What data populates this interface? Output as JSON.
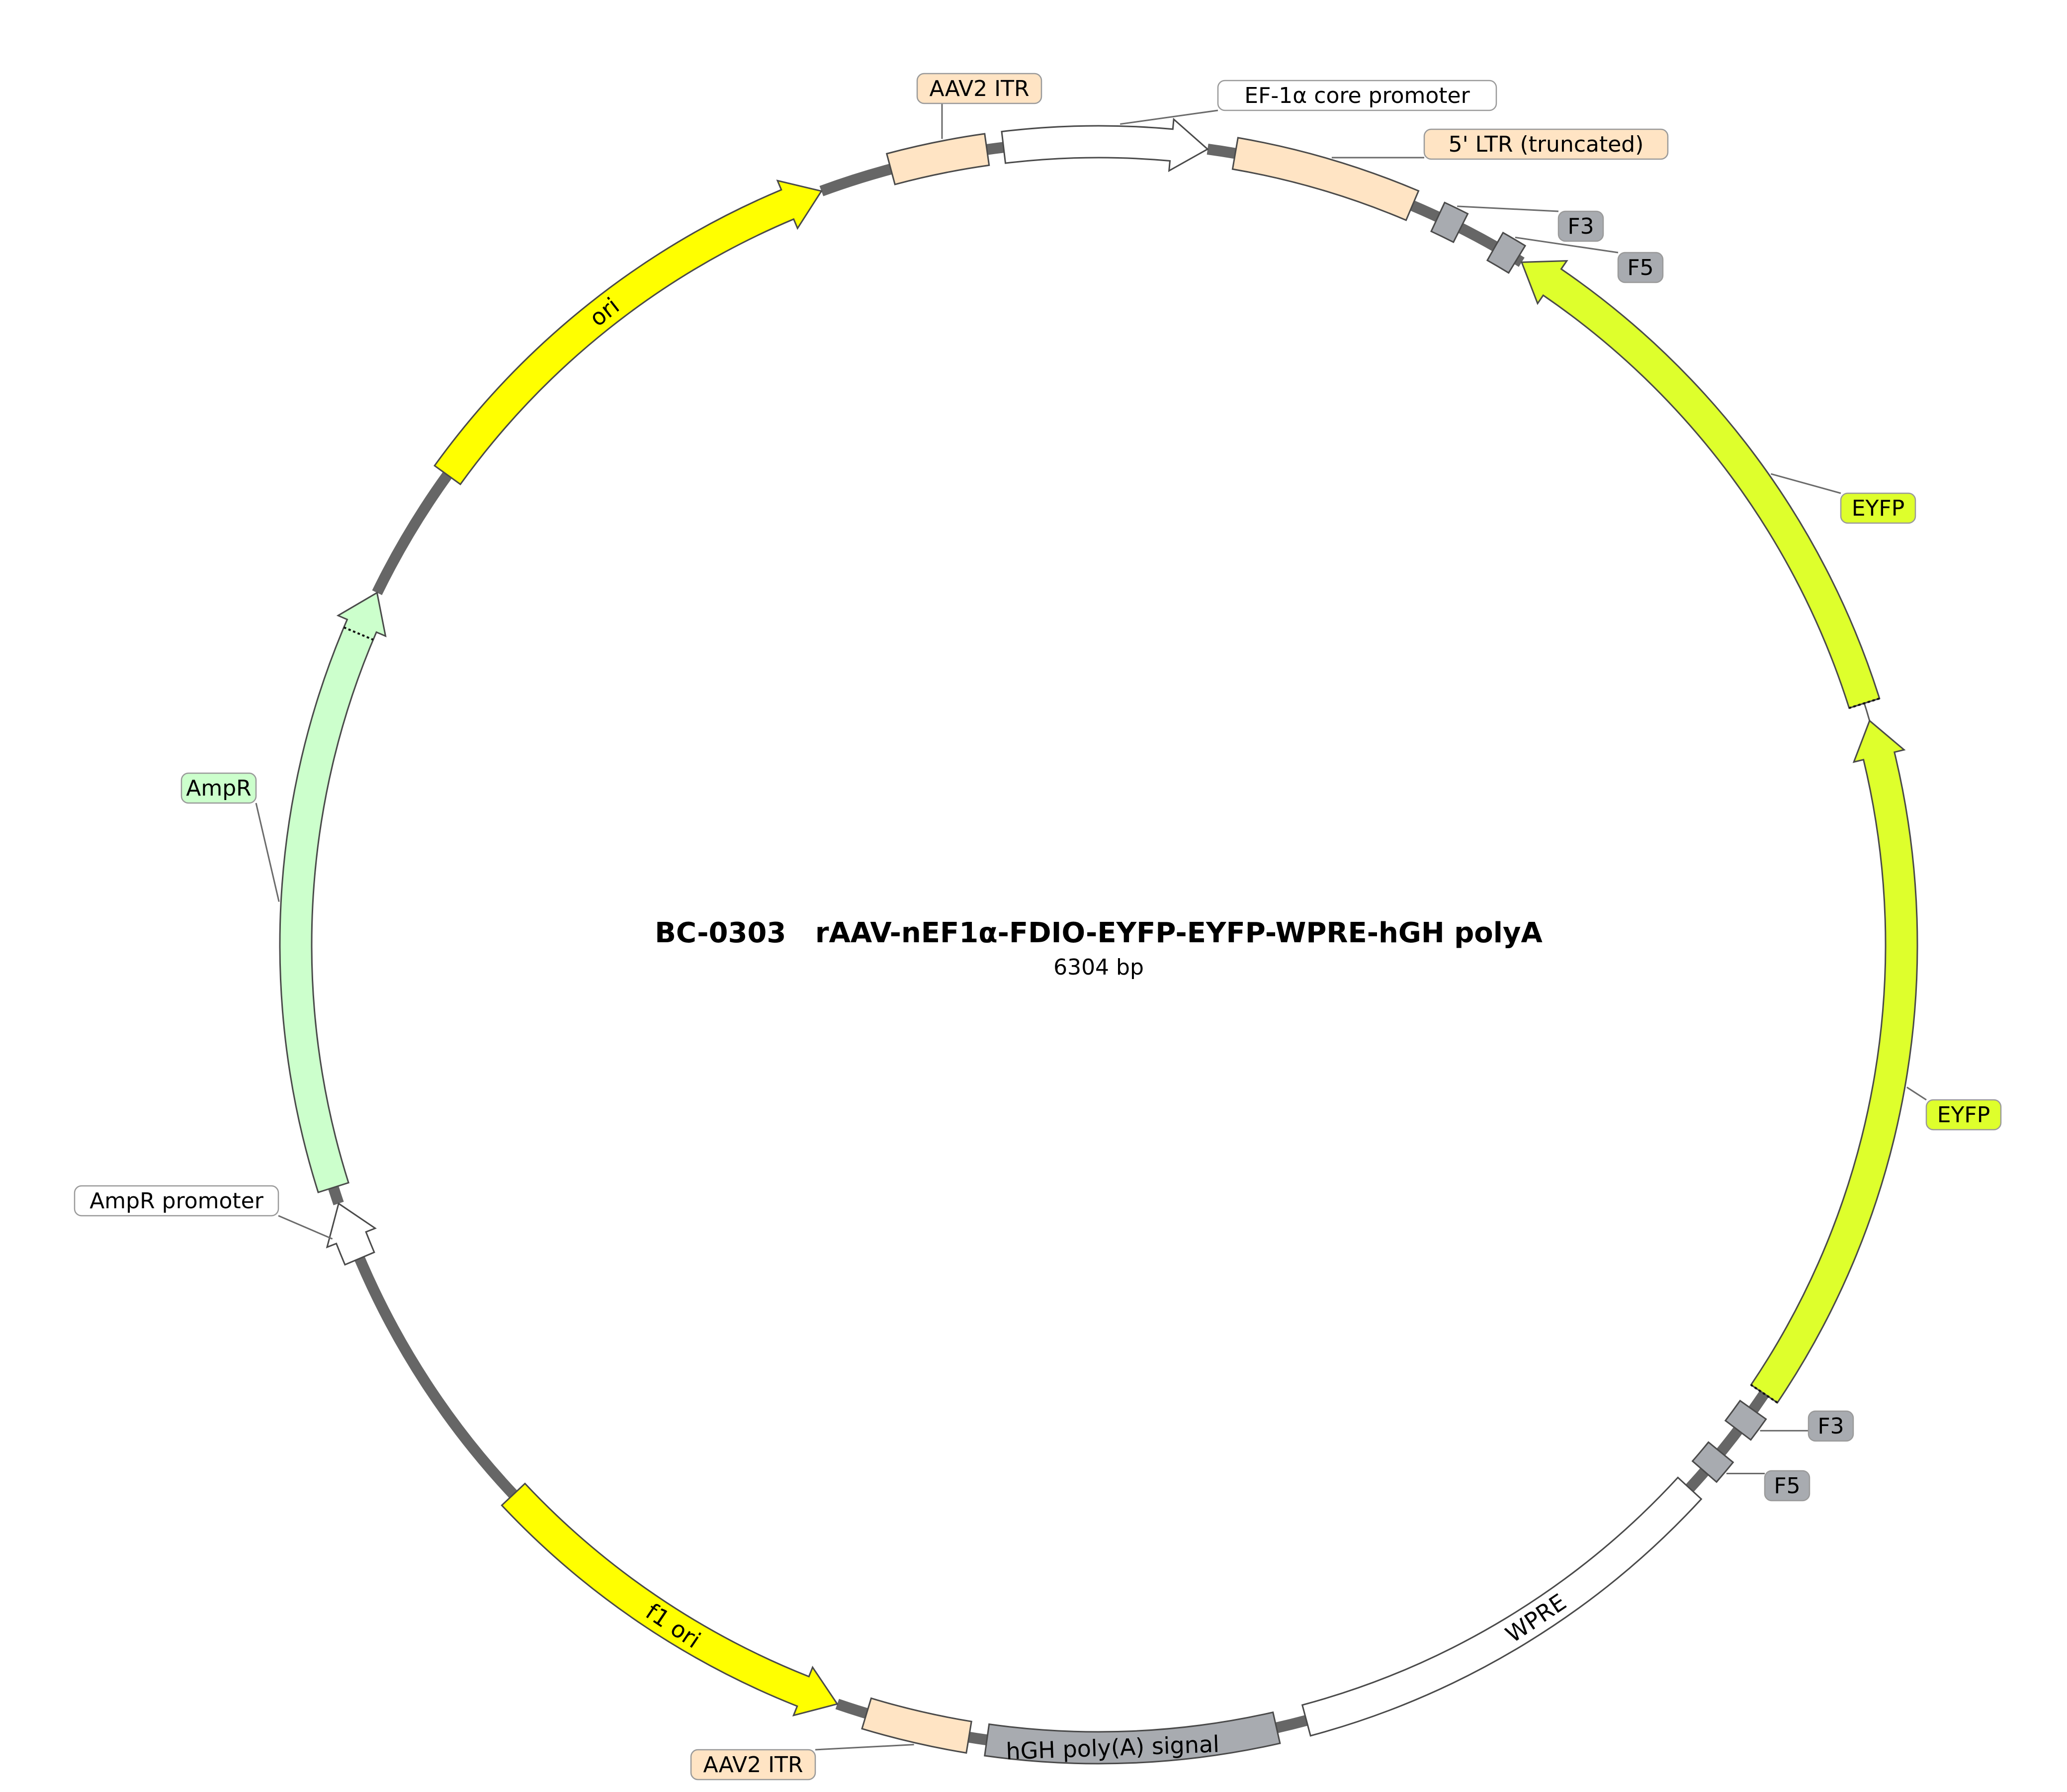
{
  "title": "BC-0303   rAAV-nEF1α-FDIO-EYFP-EYFP-WPRE-hGH polyA",
  "length_label": "6304 bp",
  "features": [
    {
      "name": "ori",
      "color": "#ffff00",
      "direction": "forward",
      "label_style": "inline"
    },
    {
      "name": "AAV2 ITR",
      "color": "#ffe4c4",
      "direction": "none",
      "label_style": "callout"
    },
    {
      "name": "EF-1α core promoter",
      "color": "#ffffff",
      "direction": "forward",
      "label_style": "callout"
    },
    {
      "name": "5' LTR (truncated)",
      "color": "#ffe4c4",
      "direction": "none",
      "label_style": "callout"
    },
    {
      "name": "F3",
      "color": "#a8abb0",
      "direction": "none",
      "label_style": "callout"
    },
    {
      "name": "F5",
      "color": "#a8abb0",
      "direction": "none",
      "label_style": "callout"
    },
    {
      "name": "EYFP",
      "color": "#deff2c",
      "direction": "reverse",
      "label_style": "callout"
    },
    {
      "name": "EYFP",
      "color": "#deff2c",
      "direction": "reverse",
      "label_style": "callout"
    },
    {
      "name": "F3",
      "color": "#a8abb0",
      "direction": "none",
      "label_style": "callout"
    },
    {
      "name": "F5",
      "color": "#a8abb0",
      "direction": "none",
      "label_style": "callout"
    },
    {
      "name": "WPRE",
      "color": "#ffffff",
      "direction": "none",
      "label_style": "inline"
    },
    {
      "name": "hGH poly(A) signal",
      "color": "#a8abb0",
      "direction": "none",
      "label_style": "inline"
    },
    {
      "name": "AAV2 ITR",
      "color": "#ffe4c4",
      "direction": "none",
      "label_style": "callout"
    },
    {
      "name": "f1 ori",
      "color": "#ffff00",
      "direction": "reverse",
      "label_style": "inline"
    },
    {
      "name": "AmpR promoter",
      "color": "#ffffff",
      "direction": "forward",
      "label_style": "callout"
    },
    {
      "name": "AmpR",
      "color": "#ccffcc",
      "direction": "forward",
      "label_style": "callout"
    }
  ]
}
